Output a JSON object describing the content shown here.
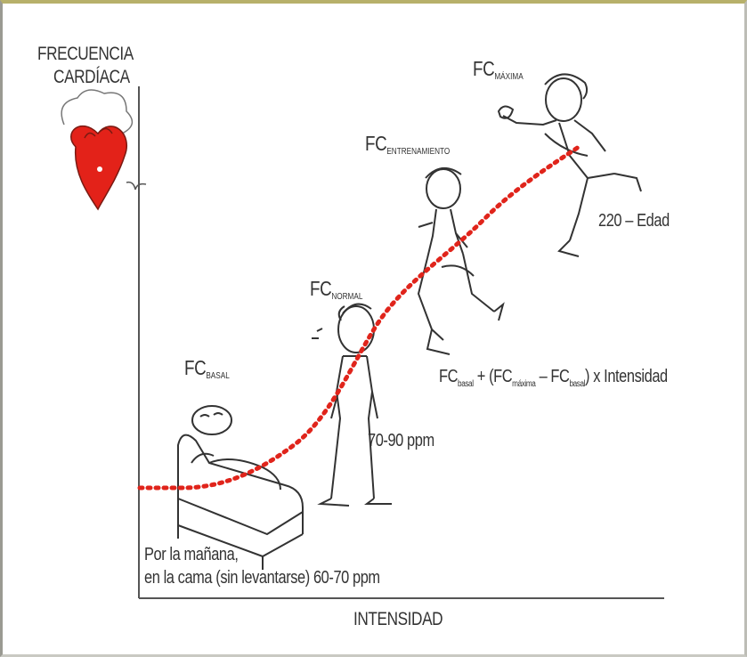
{
  "y_axis": {
    "line1": "FRECUENCIA",
    "line2": "CARDÍACA"
  },
  "x_axis": {
    "label": "INTENSIDAD"
  },
  "stages": {
    "basal": {
      "fc": "FC",
      "sub": "BASAL"
    },
    "normal": {
      "fc": "FC",
      "sub": "NORMAL"
    },
    "entrenamiento": {
      "fc": "FC",
      "sub": "ENTRENAMIENTO"
    },
    "maxima": {
      "fc": "FC",
      "sub": "MÁXIMA"
    }
  },
  "notes": {
    "basal_line1": "Por la mañana,",
    "basal_line2": "en la cama (sin levantarse) 60-70 ppm",
    "normal": "70-90 ppm",
    "maxima": "220 – Edad"
  },
  "formula": {
    "fc1": "FC",
    "sub1": "basal",
    "plus": " + (",
    "fc2": "FC",
    "sub2": "máxima",
    "minus": " – ",
    "fc3": "FC",
    "sub3": "basal",
    "tail": ") x Intensidad"
  },
  "colors": {
    "curve": "#e0241b",
    "heart": "#e32219",
    "ink": "#333333"
  }
}
